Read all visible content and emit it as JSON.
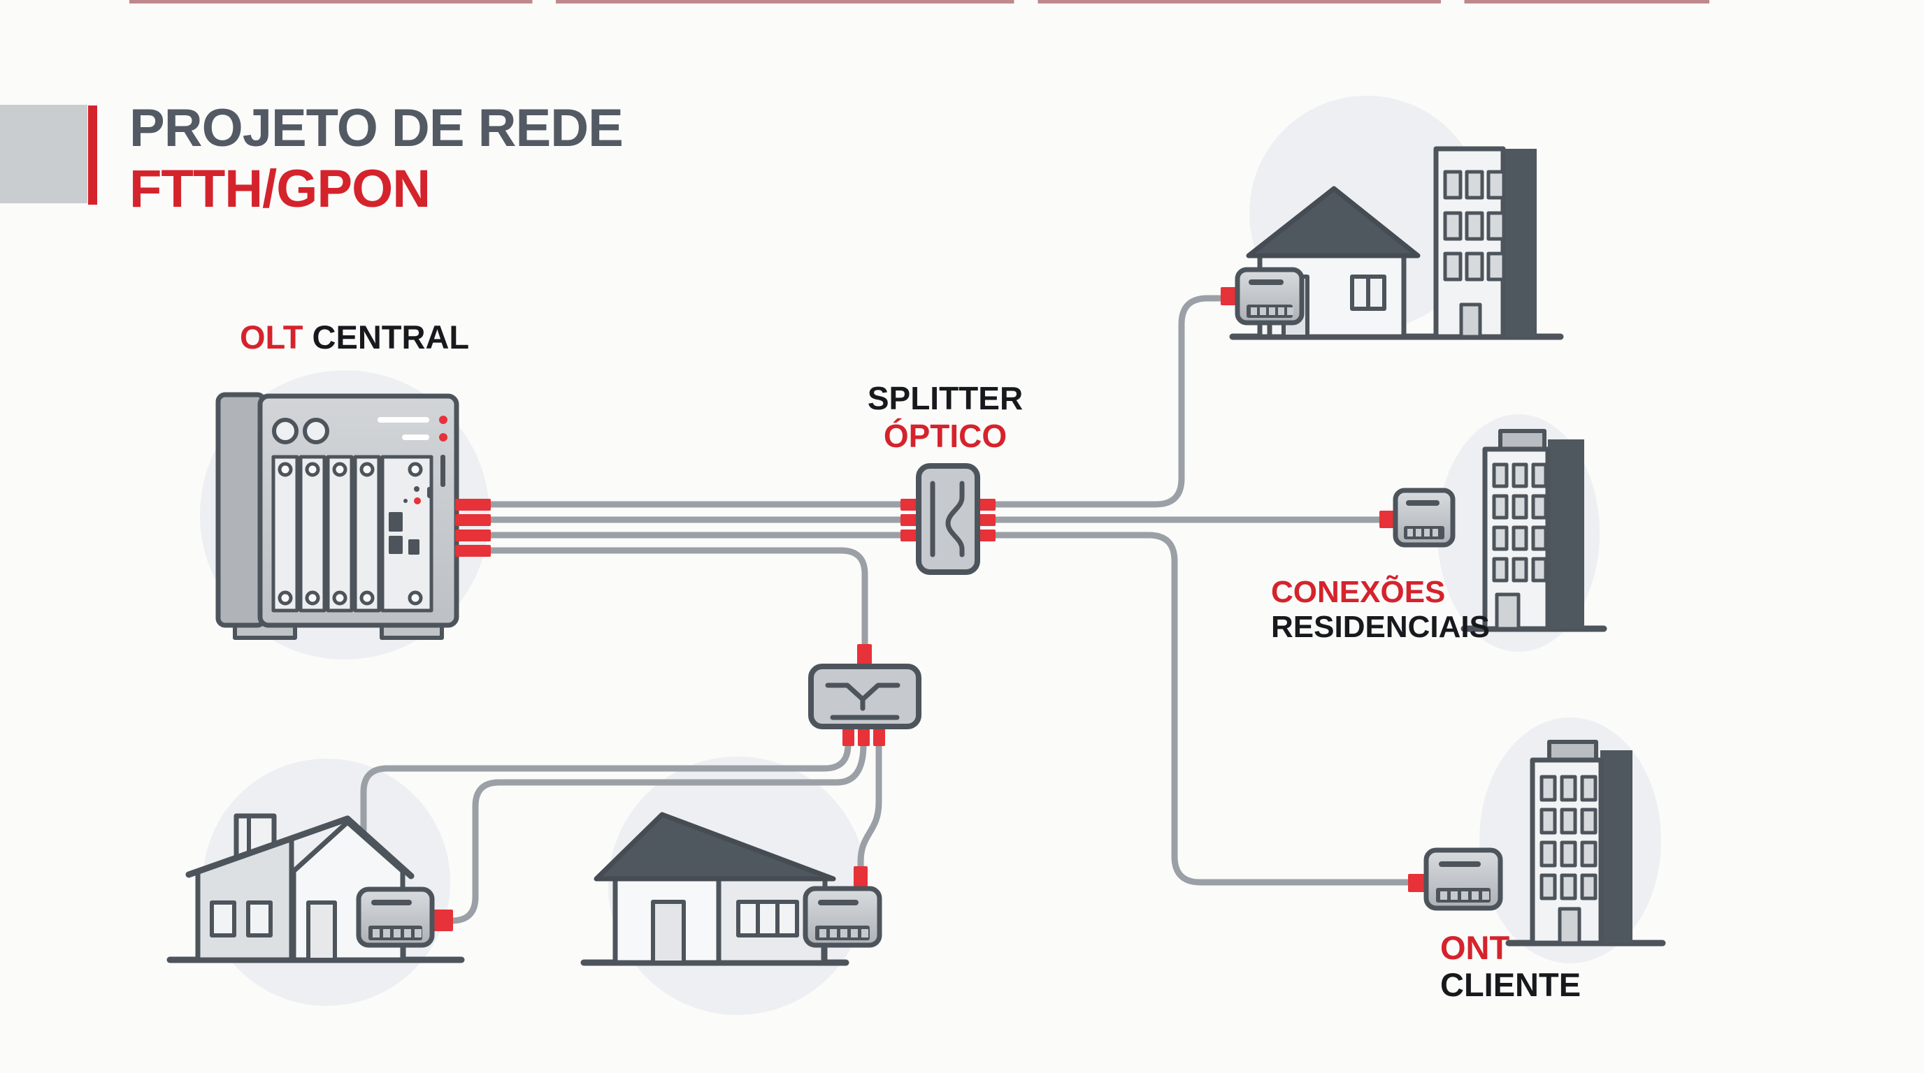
{
  "title": {
    "line1": "PROJETO DE REDE",
    "line2": "FTTH/GPON"
  },
  "labels": {
    "olt": {
      "accent": "OLT",
      "rest": " CENTRAL"
    },
    "splitter": {
      "line1": "SPLITTER",
      "line2": "ÓPTICO"
    },
    "connections": {
      "line1": "CONEXÕES",
      "line2": "RESIDENCIAIS"
    },
    "client": {
      "line1": "ONT",
      "line2": "CLIENTE"
    }
  },
  "theme": {
    "accent_red": "#d5232c",
    "connector_red": "#e63238",
    "ink": "#4d545b",
    "text_dark": "#17191d",
    "title_gray": "#535a64",
    "cable_gray": "#9aa0a5",
    "bg": "#fbfbfa",
    "halo": "#edeff2",
    "roof_dark": "#4f575f"
  },
  "icons": {
    "olt-chassis-icon": "rack chassis with card slots and red fiber ports",
    "optical-splitter-icon": "vertical box with branch glyph, 3 red ports per side",
    "secondary-splitter-icon": "horizontal box with Y-branch glyph, 1 input / 3 outputs",
    "ont-modem-icon": "small modem box with status line, vents and red fiber port",
    "house-icon": "detached house with roof, door, windows",
    "apartment-building-icon": "multi-storey building with window grid",
    "fiber-cable": "gray optical drop cable",
    "ground-line": "baseline under each premises"
  }
}
